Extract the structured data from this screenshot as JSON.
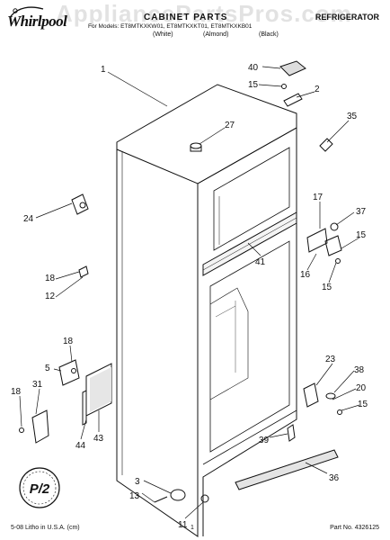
{
  "header": {
    "brand": "Whirlpool",
    "title": "CABINET PARTS",
    "category": "REFRIGERATOR",
    "models": "For Models: ET8MTKXKW01, ET8MTKXKT01, ET8MTKXKB01",
    "colors": [
      "(White)",
      "(Almond)",
      "(Black)"
    ]
  },
  "watermark": "AppliancePartsPros.com",
  "callouts": [
    "1",
    "40",
    "15",
    "2",
    "35",
    "27",
    "17",
    "37",
    "24",
    "15",
    "41",
    "16",
    "18",
    "12",
    "15",
    "18",
    "5",
    "23",
    "38",
    "31",
    "20",
    "18",
    "15",
    "44",
    "43",
    "39",
    "36",
    "3",
    "13",
    "11"
  ],
  "badge": "P/2",
  "footer": {
    "left": "5-08 Litho in U.S.A. (cm)",
    "page": "1",
    "part_number": "Part No. 4326125"
  }
}
